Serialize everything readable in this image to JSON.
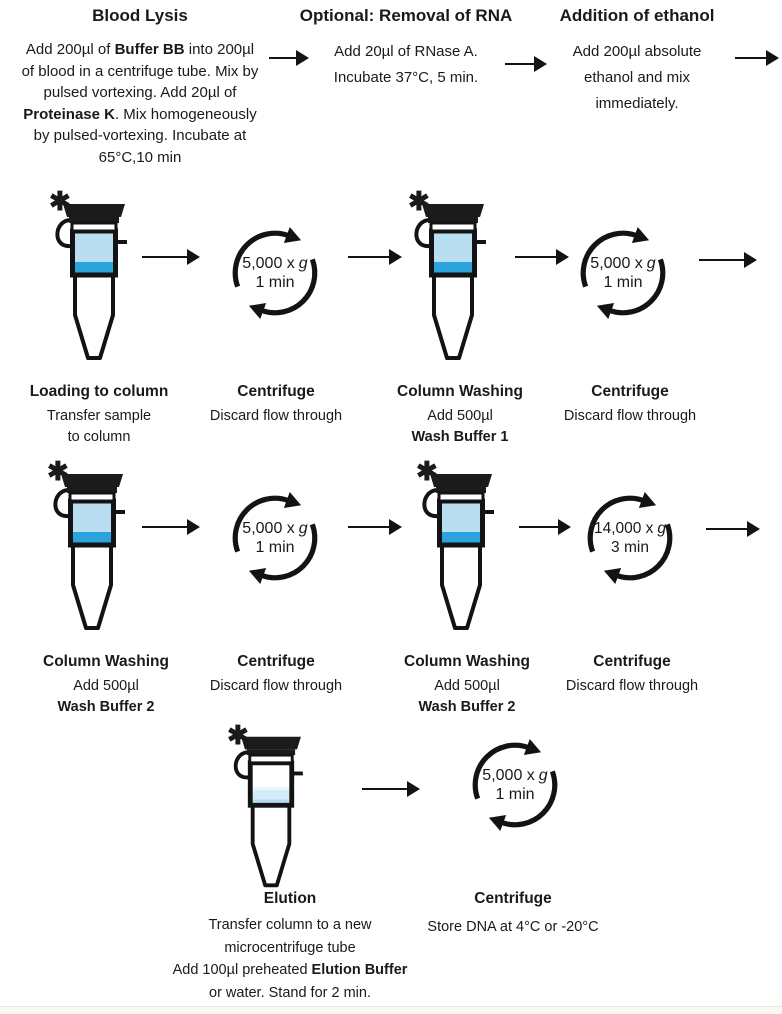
{
  "colors": {
    "liquid_light": "#b9def1",
    "liquid_dark": "#2aa4da",
    "elution_liquid": "#d4ebf8",
    "ink": "#131313",
    "footer_strip": "#faf9f1"
  },
  "icons": {
    "asterisk": "✱",
    "flow_arrow": "right-arrow",
    "centrifuge_rotation": "clockwise-circular-arrows",
    "tube": "spin-column-tube"
  },
  "top_row": {
    "lysis": {
      "title": "Blood Lysis"
    },
    "rna": {
      "title": "Optional: Removal of RNA",
      "lines": [
        "Add 20µl of RNase A.",
        "Incubate 37°C, 5 min."
      ]
    },
    "ethanol": {
      "title": "Addition of ethanol",
      "lines": [
        "Add 200µl absolute",
        "ethanol and mix",
        "immediately."
      ]
    }
  },
  "rich": {
    "lysis_body": [
      [
        {
          "t": "Add 200µl of ",
          "b": 0
        },
        {
          "t": "Buffer BB",
          "b": 1
        },
        {
          "t": " into 200µl",
          "b": 0
        }
      ],
      [
        {
          "t": "of blood in a centrifuge tube. Mix by",
          "b": 0
        }
      ],
      [
        {
          "t": "pulsed vortexing. Add 20µl of",
          "b": 0
        }
      ],
      [
        {
          "t": "Proteinase K",
          "b": 1
        },
        {
          "t": ". Mix homogeneously",
          "b": 0
        }
      ],
      [
        {
          "t": "by pulsed-vortexing. Incubate at",
          "b": 0
        }
      ],
      [
        {
          "t": "65°C,10 min",
          "b": 0
        }
      ]
    ],
    "elution_body": [
      [
        {
          "t": "Transfer column to a new",
          "b": 0
        }
      ],
      [
        {
          "t": "microcentrifuge tube",
          "b": 0
        }
      ],
      [
        {
          "t": "Add 100µl preheated ",
          "b": 0
        },
        {
          "t": "Elution Buffer",
          "b": 1
        }
      ],
      [
        {
          "t": "or water. Stand for 2 min.",
          "b": 0
        }
      ]
    ]
  },
  "spin": {
    "g_symbol": "g",
    "s5": {
      "speed": "5,000 x",
      "time": "1 min"
    },
    "s14": {
      "speed": "14,000 x",
      "time": "3 min"
    }
  },
  "labels_row2": [
    {
      "title": "Loading to column",
      "line1": "Transfer sample",
      "line2": "to column"
    },
    {
      "title": "Centrifuge",
      "line1": "Discard flow through"
    },
    {
      "title": "Column Washing",
      "line1": "Add 500µl",
      "bold_line": "Wash Buffer 1"
    },
    {
      "title": "Centrifuge",
      "line1": "Discard flow through"
    }
  ],
  "labels_row3": [
    {
      "title": "Column Washing",
      "line1": "Add 500µl",
      "bold_line": "Wash Buffer 2"
    },
    {
      "title": "Centrifuge",
      "line1": "Discard flow through"
    },
    {
      "title": "Column Washing",
      "line1": "Add 500µl",
      "bold_line": "Wash Buffer 2"
    },
    {
      "title": "Centrifuge",
      "line1": "Discard flow through"
    }
  ],
  "labels_row4": [
    {
      "title": "Elution"
    },
    {
      "title": "Centrifuge",
      "line1": "Store DNA at 4°C or -20°C"
    }
  ]
}
